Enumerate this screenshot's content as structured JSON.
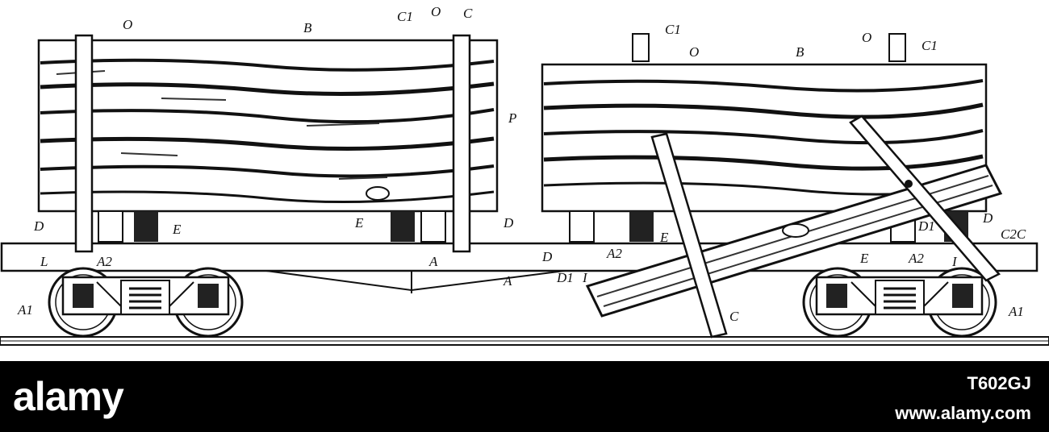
{
  "illustration": {
    "subject": "log-car-engraving",
    "labels": {
      "O1": "O",
      "B1": "B",
      "C1a": "C1",
      "O2": "O",
      "C_a": "C",
      "P": "P",
      "D_left": "D",
      "E_left": "E",
      "E_mid": "E",
      "D_mid": "D",
      "L": "L",
      "A2_left": "A2",
      "A_mid": "A",
      "A_bottom": "A",
      "A1_left": "A1",
      "C1_r1": "C1",
      "O_r1": "O",
      "B_r": "B",
      "O_r2": "O",
      "C1_r2": "C1",
      "E_r": "E",
      "D_r": "D",
      "A2_r": "A2",
      "D1_r": "D1",
      "I_r": "I",
      "C_lower": "C",
      "D1_r2": "D1",
      "D_r2": "D",
      "C2": "C2C",
      "E_r2": "E",
      "A2_r2": "A2",
      "I_r2": "I",
      "A1_right": "A1"
    }
  },
  "watermark": {
    "brand": "alamy",
    "image_id": "T602GJ",
    "site": "www.alamy.com"
  }
}
